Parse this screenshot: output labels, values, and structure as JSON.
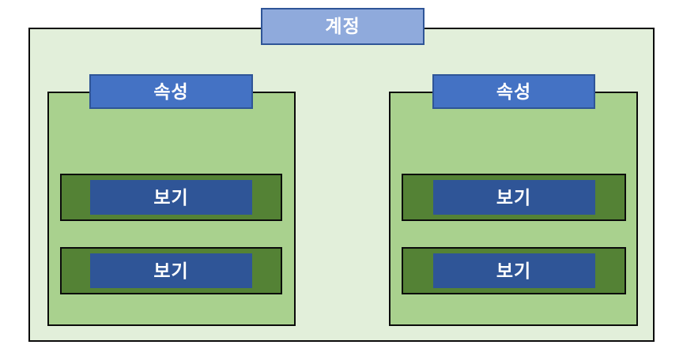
{
  "diagram": {
    "account_label": "계정",
    "properties": [
      {
        "label": "속성",
        "views": [
          "보기",
          "보기"
        ]
      },
      {
        "label": "속성",
        "views": [
          "보기",
          "보기"
        ]
      }
    ],
    "colors": {
      "account_container_fill": "#E2EFDA",
      "property_container_fill": "#A9D18E",
      "view_container_fill": "#548235",
      "account_node_fill": "#8FAADC",
      "property_node_fill": "#4472C4",
      "view_node_fill": "#2F5597",
      "node_border_blue": "#2F5597",
      "container_border": "#000000",
      "text": "#FFFFFF"
    }
  }
}
